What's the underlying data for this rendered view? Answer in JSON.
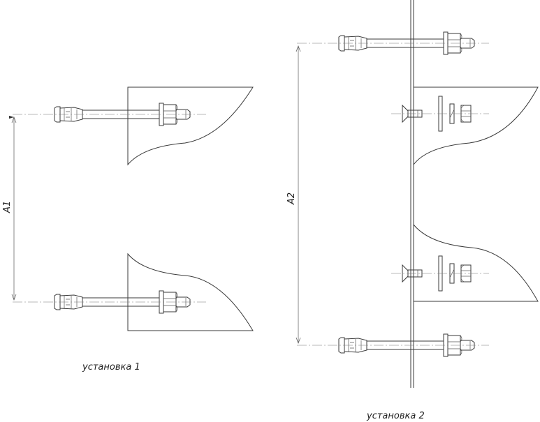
{
  "dimensions": {
    "a1": "A1",
    "a2": "A2"
  },
  "captions": {
    "installation_1": "установка 1",
    "installation_2": "установка 2"
  }
}
